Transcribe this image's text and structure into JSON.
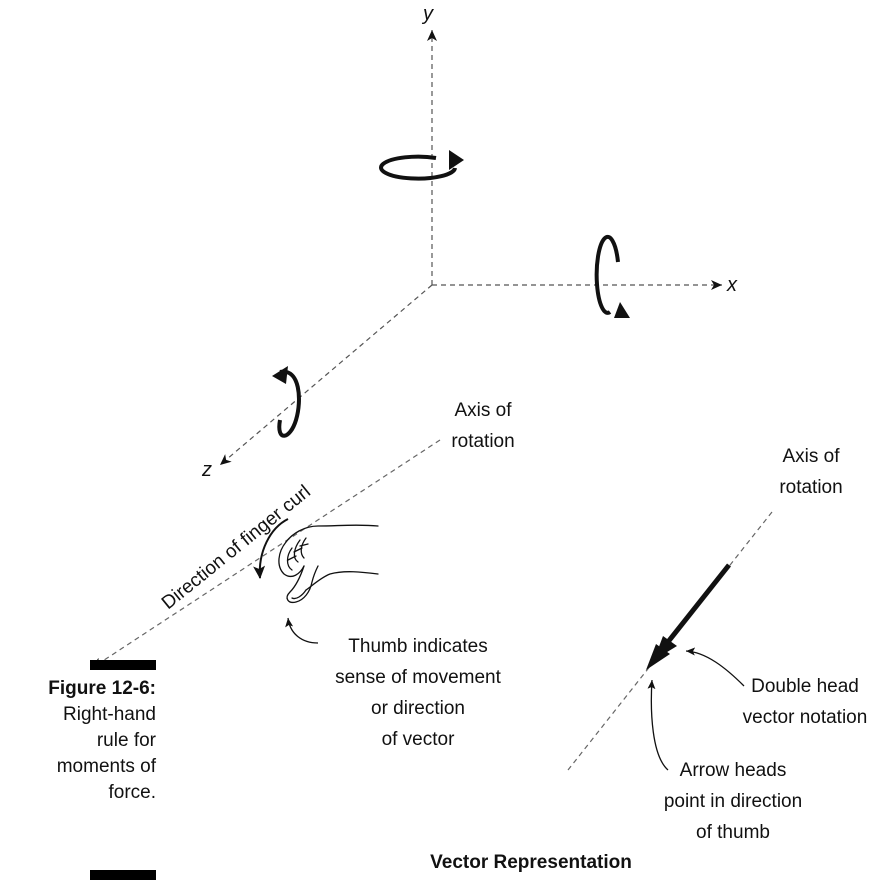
{
  "axes": {
    "x": "x",
    "y": "y",
    "z": "z"
  },
  "labels": {
    "axis_of_rotation_left": [
      "Axis of",
      "rotation"
    ],
    "axis_of_rotation_right": [
      "Axis of",
      "rotation"
    ],
    "finger_curl": "Direction of finger curl",
    "thumb_note": [
      "Thumb indicates",
      "sense of movement",
      "or direction",
      "of vector"
    ],
    "double_head": [
      "Double head",
      "vector notation"
    ],
    "arrow_heads": [
      "Arrow heads",
      "point in direction",
      "of thumb"
    ],
    "vector_representation": "Vector Representation"
  },
  "caption": {
    "figure": "Figure 12-6:",
    "lines": [
      "Right-hand",
      "rule for",
      "moments of",
      "force."
    ]
  }
}
